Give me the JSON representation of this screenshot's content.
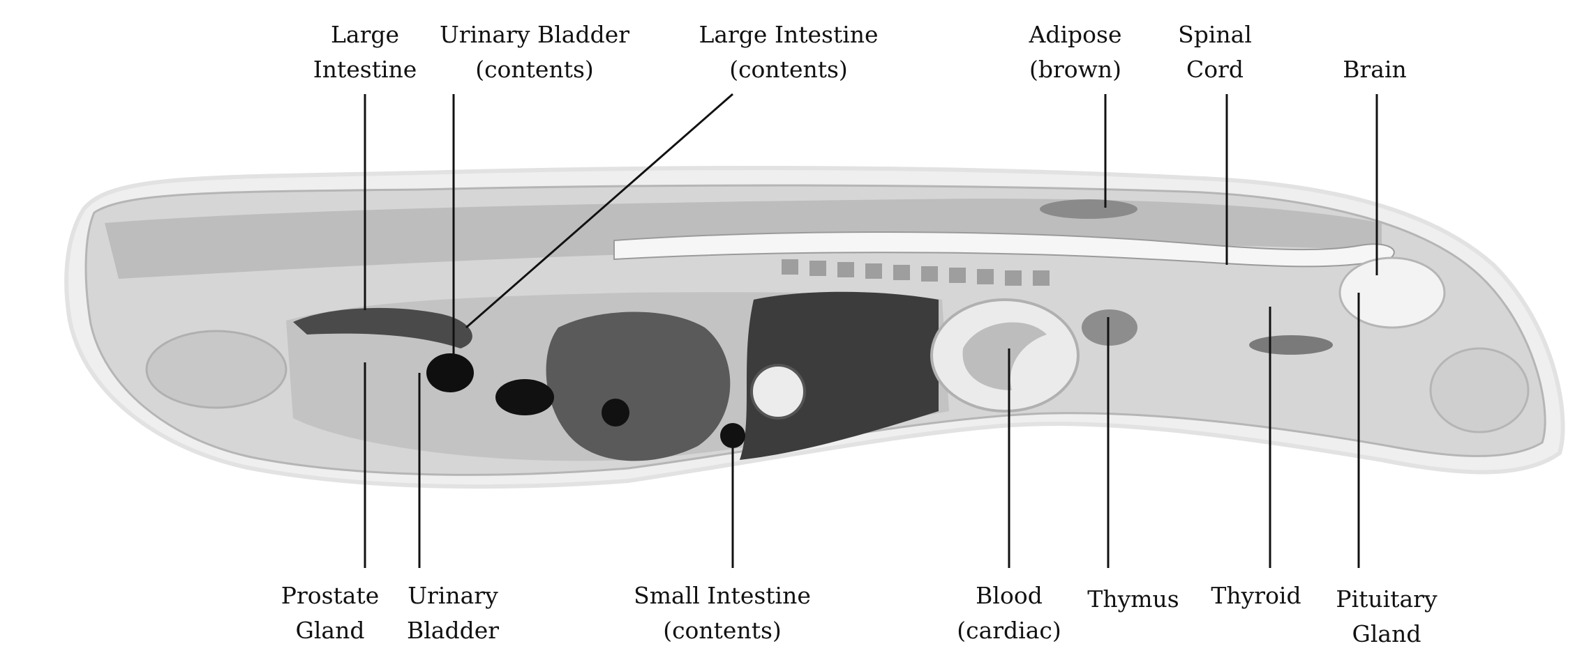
{
  "labels": {
    "large_intestine_top": [
      "Large",
      "Intestine"
    ],
    "urinary_bladder_contents": [
      "Urinary Bladder",
      "(contents)"
    ],
    "large_intestine_contents": [
      "Large Intestine",
      "(contents)"
    ],
    "adipose_brown": [
      "Adipose",
      "(brown)"
    ],
    "spinal_cord": [
      "Spinal",
      "Cord"
    ],
    "brain": [
      "Brain"
    ],
    "prostate_gland": [
      "Prostate",
      "Gland"
    ],
    "urinary_bladder": [
      "Urinary",
      "Bladder"
    ],
    "small_intestine_contents": [
      "Small Intestine",
      "(contents)"
    ],
    "blood_cardiac": [
      "Blood",
      "(cardiac)"
    ],
    "thymus": [
      "Thymus"
    ],
    "thyroid": [
      "Thyroid"
    ],
    "pituitary_gland": [
      "Pituitary",
      "Gland"
    ]
  },
  "colors": {
    "background": "#ffffff",
    "tissue_light": "#d9d9d9",
    "tissue_mid": "#a9a9a9",
    "tissue_dark": "#3a3a3a",
    "leader_line": "#111111"
  }
}
